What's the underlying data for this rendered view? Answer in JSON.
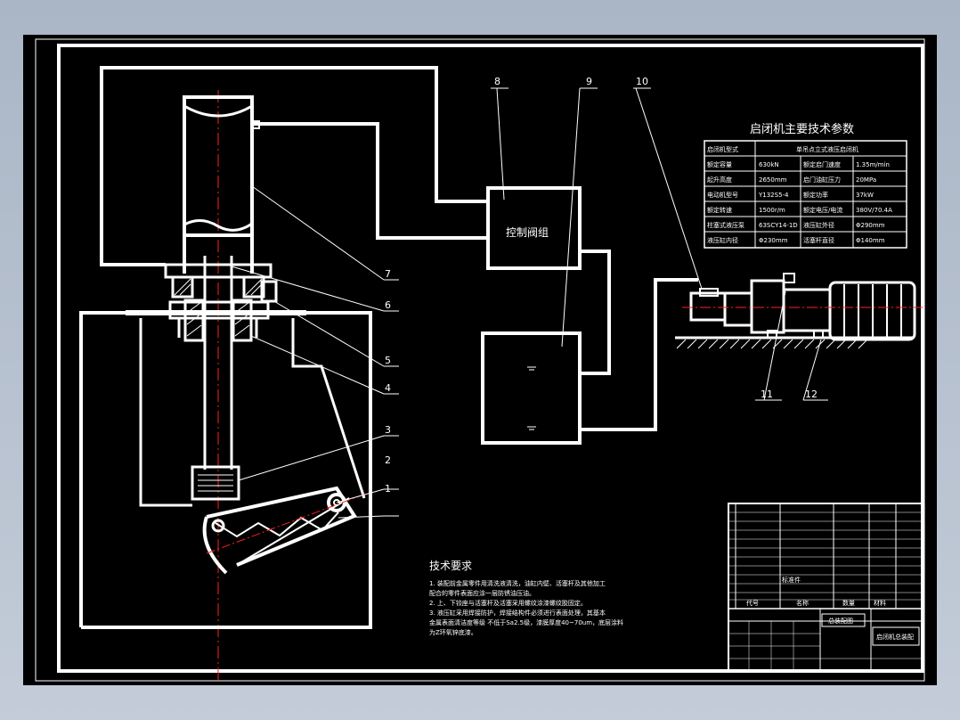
{
  "title_params": "启闭机主要技术参数",
  "control_box_label": "控制阀组",
  "tech_req": {
    "title": "技术要求",
    "lines": [
      "1. 装配前金属零件用清洗液清洗，油缸内壁、活塞杆及其他加工",
      "配合的零件表面应涂一层防锈油压油。",
      "2. 上、下铰座与活塞杆及活塞采用螺纹涂漆螺纹胶固定。",
      "3. 液压缸采用焊接防护，焊接结构件必须进行表面处理，其基本",
      "金属表面清洁度等级 不低于Sa2.5级，漆膜厚度40~70um，底层涂料",
      "为Z环氧锌底漆。"
    ]
  },
  "balloons": [
    "1",
    "2",
    "3",
    "4",
    "5",
    "6",
    "7",
    "8",
    "9",
    "10",
    "11",
    "12"
  ],
  "param_table": {
    "rows": [
      [
        "启闭机型式",
        "单吊点立式液压启闭机"
      ],
      [
        "额定容量",
        "630kN",
        "额定启门速度",
        "1.35m/min"
      ],
      [
        "起升高度",
        "2650mm",
        "启门油缸压力",
        "20MPa"
      ],
      [
        "电动机型号",
        "Y132S5-4",
        "额定功率",
        "37kW"
      ],
      [
        "额定转速",
        "1500r/m",
        "额定电压/电流",
        "380V/70.4A"
      ],
      [
        "柱塞式液压泵",
        "63SCY14-1D",
        "液压缸外径",
        "Φ290mm"
      ],
      [
        "液压缸内径",
        "Φ230mm",
        "活塞杆直径",
        "Φ140mm"
      ]
    ]
  },
  "title_block": {
    "dwg_title": "总装配图",
    "dwg_name": "启闭机总装配",
    "col_code": "代号",
    "col_name": "名称",
    "col_qty": "数量",
    "col_mat": "材料",
    "note": "标准件"
  },
  "colors": {
    "background": "#000000",
    "lines": "#ffffff",
    "centerline": "#ff2020",
    "frame_outer": "#aab6c6"
  }
}
